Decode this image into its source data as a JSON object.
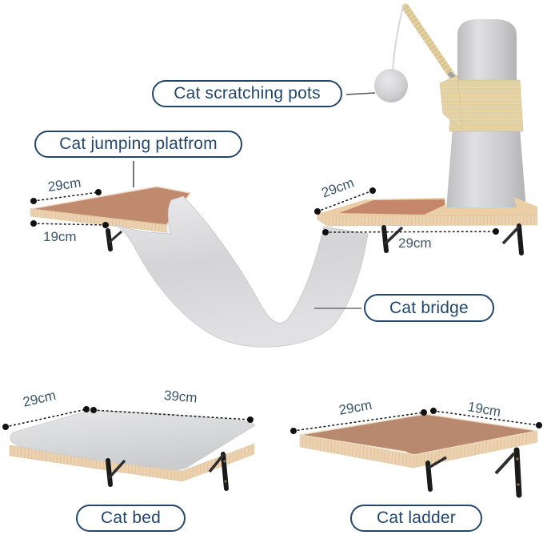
{
  "figure": {
    "type": "product-annotation-diagram",
    "background": "#ffffff"
  },
  "callouts": {
    "scratching_post": {
      "label": "Cat scratching pots"
    },
    "jumping_platform": {
      "label": "Cat jumping platfrom"
    },
    "bridge": {
      "label": "Cat bridge"
    },
    "bed": {
      "label": "Cat bed"
    },
    "ladder": {
      "label": "Cat ladder"
    }
  },
  "measurements": {
    "jumping_platform_width": "29cm",
    "jumping_platform_depth": "19cm",
    "right_platform_depth": "29cm",
    "right_platform_width": "29cm",
    "bed_depth": "29cm",
    "bed_width": "39cm",
    "ladder_width": "29cm",
    "ladder_depth": "19cm"
  },
  "colors": {
    "label_navy": "#24466b",
    "dimension_text": "#3a5668",
    "wood_light": "#ecd2b0",
    "wood_brown": "#bf8a6e",
    "plush_gray": "#d6d6d8",
    "sisal_beige": "#e8d8ab",
    "bracket_black": "#1a1a1a"
  }
}
